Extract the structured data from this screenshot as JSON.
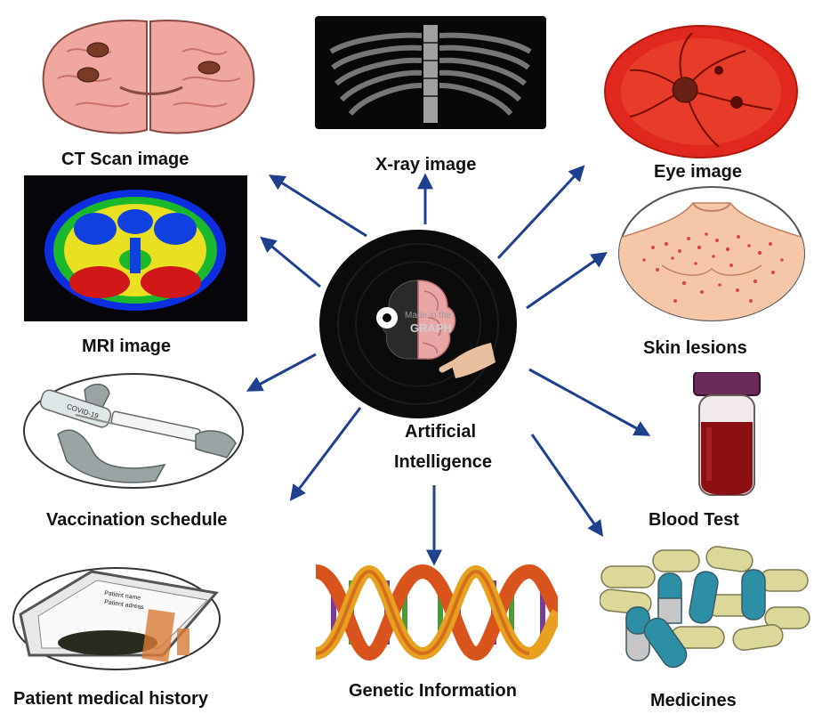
{
  "center": {
    "label_line1": "Artificial",
    "label_line2": "Intelligence",
    "logo_text_top": "Made in the",
    "logo_text_bottom": "GRAPH"
  },
  "nodes": {
    "ct_scan": "CT Scan image",
    "xray": "X-ray image",
    "eye": "Eye image",
    "mri": "MRI image",
    "skin": "Skin lesions",
    "vaccination": "Vaccination schedule",
    "blood": "Blood Test",
    "patient_history": "Patient medical history",
    "genetic": "Genetic Information",
    "medicines": "Medicines"
  },
  "colors": {
    "arrow": "#1f3f8f",
    "center_circle": "#0b0b0b",
    "brain_pink": "#e9a6a6",
    "eye_red": "#e0281e",
    "blood_red": "#8c0f14",
    "pill_yellow": "#dcd89a",
    "pill_teal": "#2d8fa5",
    "dna_orange": "#d9541c"
  }
}
